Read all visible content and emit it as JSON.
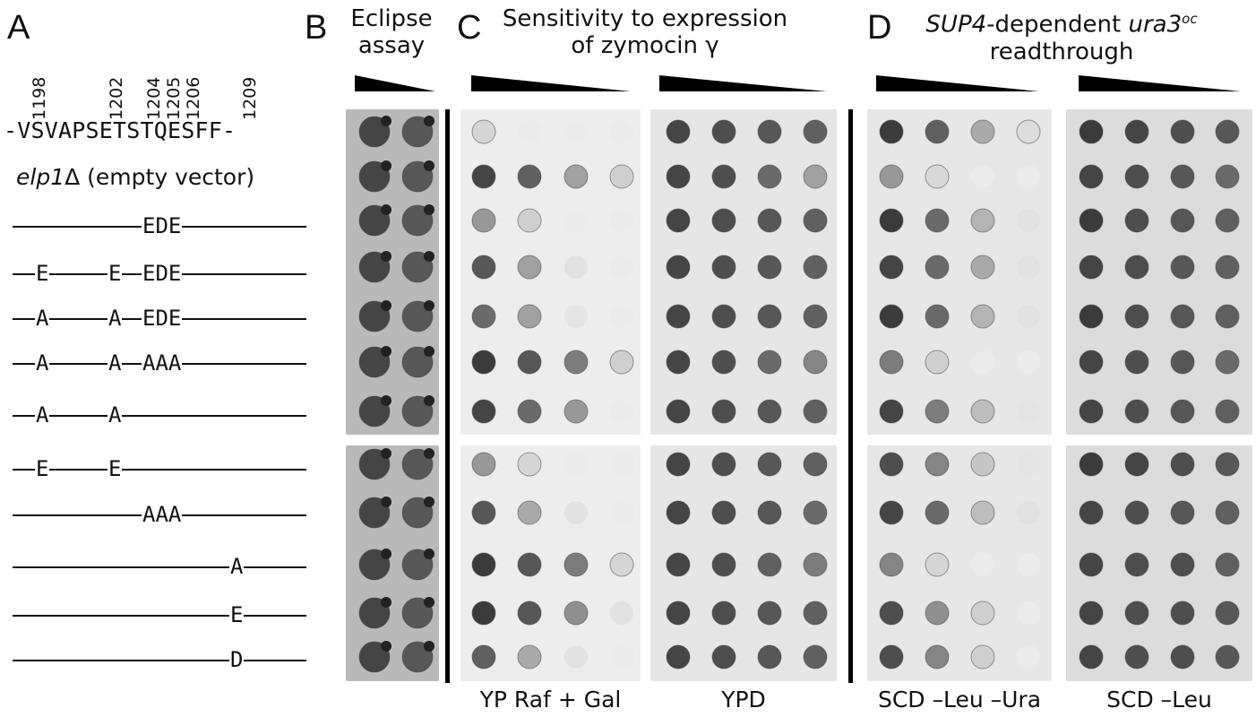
{
  "panels": {
    "a": "A",
    "b": "B",
    "c": "C",
    "d": "D"
  },
  "headers": {
    "b_line1": "Eclipse",
    "b_line2": "assay",
    "c_line1": "Sensitivity to expression",
    "c_line2": "of zymocin γ",
    "d_gene": "SUP4",
    "d_mid": "-dependent ",
    "d_allele": "ura3",
    "d_sup": "oc",
    "d_line2": "readthrough"
  },
  "positions": [
    "1198",
    "1202",
    "1204",
    "1205",
    "1206",
    "1209"
  ],
  "sequence": "-VSVAPSETSTQESFF-",
  "elp1": {
    "gene": "elp1",
    "delta": "Δ",
    "rest": " (empty vector)"
  },
  "mutants": [
    {
      "labels": [
        {
          "text": "EDE"
        }
      ]
    },
    {
      "labels": [
        {
          "text": "E"
        },
        {
          "text": "E"
        },
        {
          "text": "EDE"
        }
      ]
    },
    {
      "labels": [
        {
          "text": "A"
        },
        {
          "text": "A"
        },
        {
          "text": "EDE"
        }
      ]
    },
    {
      "labels": [
        {
          "text": "A"
        },
        {
          "text": "A"
        },
        {
          "text": "AAA"
        }
      ]
    },
    {
      "labels": [
        {
          "text": "A"
        },
        {
          "text": "A"
        }
      ]
    },
    {
      "labels": [
        {
          "text": "E"
        },
        {
          "text": "E"
        }
      ]
    },
    {
      "labels": [
        {
          "text": "AAA"
        }
      ]
    },
    {
      "labels": [
        {
          "text": "A"
        }
      ]
    },
    {
      "labels": [
        {
          "text": "E"
        }
      ]
    },
    {
      "labels": [
        {
          "text": "D"
        }
      ]
    }
  ],
  "media": {
    "c1": "YP Raf + Gal",
    "c2": "YPD",
    "d1": "SCD –Leu –Ura",
    "d2": "SCD –Leu"
  },
  "colors": {
    "plate_b": "#b9b9b9",
    "plate_c1": "#ededed",
    "plate_c2": "#e6e6e6",
    "plate_d1": "#e7e7e7",
    "plate_d2": "#dcdcdc"
  },
  "growth_intensity": {
    "c1": [
      [
        0.12,
        0,
        0,
        0
      ],
      [
        0.9,
        0.75,
        0.4,
        0.15
      ],
      [
        0.45,
        0.15,
        0,
        0
      ],
      [
        0.8,
        0.4,
        0.05,
        0
      ],
      [
        0.7,
        0.4,
        0.03,
        0
      ],
      [
        0.95,
        0.8,
        0.6,
        0.15
      ],
      [
        0.9,
        0.7,
        0.45,
        0
      ],
      [
        0.45,
        0.12,
        0,
        0
      ],
      [
        0.8,
        0.35,
        0.05,
        0
      ],
      [
        0.95,
        0.8,
        0.6,
        0.12
      ],
      [
        0.95,
        0.8,
        0.5,
        0.05
      ],
      [
        0.75,
        0.35,
        0.05,
        0
      ]
    ],
    "c2": [
      [
        0.9,
        0.85,
        0.8,
        0.75
      ],
      [
        0.9,
        0.85,
        0.7,
        0.4
      ],
      [
        0.9,
        0.85,
        0.8,
        0.75
      ],
      [
        0.9,
        0.85,
        0.8,
        0.75
      ],
      [
        0.9,
        0.85,
        0.8,
        0.75
      ],
      [
        0.9,
        0.85,
        0.7,
        0.55
      ],
      [
        0.9,
        0.85,
        0.8,
        0.75
      ],
      [
        0.9,
        0.85,
        0.8,
        0.75
      ],
      [
        0.9,
        0.85,
        0.8,
        0.7
      ],
      [
        0.9,
        0.85,
        0.75,
        0.6
      ],
      [
        0.9,
        0.85,
        0.8,
        0.75
      ],
      [
        0.9,
        0.85,
        0.8,
        0.75
      ]
    ],
    "d1": [
      [
        0.95,
        0.75,
        0.35,
        0.08
      ],
      [
        0.45,
        0.1,
        0,
        0
      ],
      [
        0.95,
        0.7,
        0.3,
        0.05
      ],
      [
        0.9,
        0.7,
        0.35,
        0.05
      ],
      [
        0.95,
        0.7,
        0.3,
        0.05
      ],
      [
        0.6,
        0.15,
        0,
        0
      ],
      [
        0.9,
        0.6,
        0.25,
        0.03
      ],
      [
        0.85,
        0.55,
        0.2,
        0.03
      ],
      [
        0.9,
        0.7,
        0.25,
        0.05
      ],
      [
        0.55,
        0.12,
        0,
        0
      ],
      [
        0.85,
        0.5,
        0.15,
        0
      ],
      [
        0.85,
        0.55,
        0.15,
        0
      ]
    ],
    "d2": [
      [
        0.95,
        0.9,
        0.85,
        0.8
      ],
      [
        0.9,
        0.85,
        0.8,
        0.7
      ],
      [
        0.95,
        0.85,
        0.8,
        0.75
      ],
      [
        0.9,
        0.85,
        0.8,
        0.75
      ],
      [
        0.95,
        0.85,
        0.8,
        0.75
      ],
      [
        0.9,
        0.85,
        0.8,
        0.7
      ],
      [
        0.9,
        0.85,
        0.8,
        0.75
      ],
      [
        0.95,
        0.9,
        0.85,
        0.8
      ],
      [
        0.9,
        0.85,
        0.8,
        0.75
      ],
      [
        0.9,
        0.85,
        0.85,
        0.75
      ],
      [
        0.9,
        0.85,
        0.85,
        0.8
      ],
      [
        0.9,
        0.85,
        0.85,
        0.8
      ]
    ],
    "b": [
      [
        0.9,
        0.8
      ],
      [
        0.9,
        0.8
      ],
      [
        0.9,
        0.8
      ],
      [
        0.9,
        0.8
      ],
      [
        0.9,
        0.8
      ],
      [
        0.9,
        0.8
      ],
      [
        0.9,
        0.8
      ],
      [
        0.9,
        0.8
      ],
      [
        0.9,
        0.8
      ],
      [
        0.9,
        0.8
      ],
      [
        0.9,
        0.8
      ],
      [
        0.9,
        0.8
      ]
    ]
  }
}
